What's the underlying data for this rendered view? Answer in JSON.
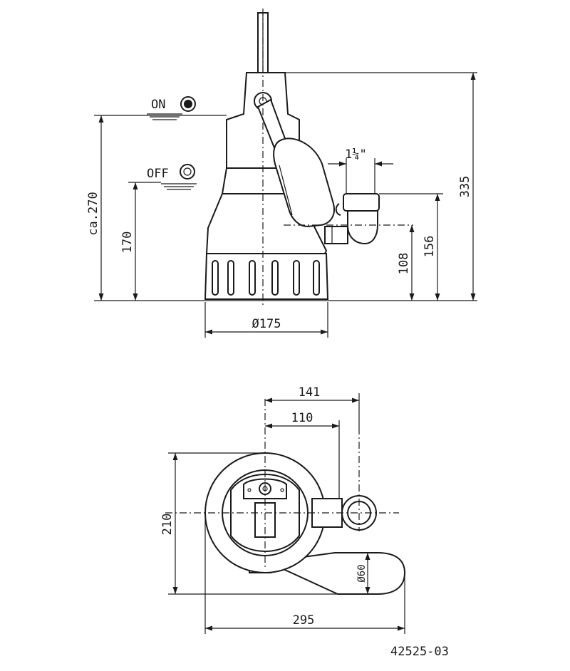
{
  "side_view": {
    "switch_on": "ON",
    "switch_off": "OFF",
    "dim_overall_height": "335",
    "dim_ca_height": "ca.270",
    "dim_off_level": "170",
    "dim_outlet_height": "156",
    "dim_outlet_center": "108",
    "dim_thread": "1¼\"",
    "dim_base_diameter": "Ø175"
  },
  "top_view": {
    "dim_141": "141",
    "dim_110": "110",
    "dim_210": "210",
    "dim_295": "295",
    "dim_float_diameter": "Ø60"
  },
  "drawing_number": "42525-03"
}
